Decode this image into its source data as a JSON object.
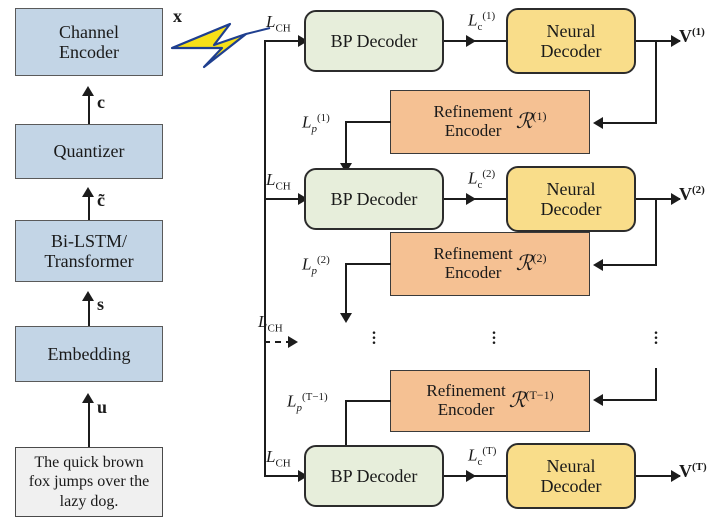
{
  "diagram": {
    "title": "Neural text semantic communication with iterative BP and refinement decoding",
    "colors": {
      "encoder_blue": "#c3d5e6",
      "bp_green": "#e7eedb",
      "neural_yellow": "#f9dd8a",
      "refine_orange": "#f5c193",
      "text_gray": "#f0f0f0",
      "bolt_yellow": "#f7e019",
      "bolt_outline": "#1f3f8f",
      "line": "#1c1c1c"
    }
  },
  "transmitter": {
    "source_text": "The quick brown fox jumps over the lazy dog.",
    "blocks": [
      {
        "label": "Channel Encoder",
        "line1": "Channel",
        "line2": "Encoder"
      },
      {
        "label": "Quantizer",
        "line1": "Quantizer",
        "line2": ""
      },
      {
        "label": "Bi-LSTM/Transformer",
        "line1": "Bi-LSTM/",
        "line2": "Transformer"
      },
      {
        "label": "Embedding",
        "line1": "Embedding",
        "line2": ""
      }
    ],
    "signals": {
      "u": "u",
      "s": "s",
      "c_tilde": "c̃",
      "c": "c",
      "x": "x"
    }
  },
  "channel": {
    "icon": "lightning-bolt-icon",
    "label": "L",
    "label_sub": "CH"
  },
  "receiver": {
    "bp_decoder_label": "BP Decoder",
    "neural_decoder_line1": "Neural",
    "neural_decoder_line2": "Decoder",
    "refine_line1": "Refinement",
    "refine_line2": "Encoder",
    "refine_symbol": "ℛ",
    "iterations": [
      {
        "index": "(1)",
        "channel_llr": "L",
        "channel_llr_sub": "CH",
        "code_llr": "L",
        "code_llr_sub": "c",
        "code_llr_sup": "(1)",
        "prior_llr": "L",
        "prior_llr_sub": "p",
        "prior_llr_sup": "(1)",
        "output": "V",
        "output_sup": "(1)",
        "refine_sup": "(1)"
      },
      {
        "index": "(2)",
        "channel_llr": "L",
        "channel_llr_sub": "CH",
        "code_llr": "L",
        "code_llr_sub": "c",
        "code_llr_sup": "(2)",
        "prior_llr": "L",
        "prior_llr_sub": "p",
        "prior_llr_sup": "(2)",
        "output": "V",
        "output_sup": "(2)",
        "refine_sup": "(2)"
      },
      {
        "index": "(T)",
        "channel_llr": "L",
        "channel_llr_sub": "CH",
        "code_llr": "L",
        "code_llr_sub": "c",
        "code_llr_sup": "(T)",
        "prior_llr": "L",
        "prior_llr_sub": "p",
        "prior_llr_sup": "(T−1)",
        "output": "V",
        "output_sup": "(T)",
        "refine_sup": "(T−1)"
      }
    ],
    "ellipsis_channel_llr": "L",
    "ellipsis_channel_llr_sub": "CH",
    "vertical_dots": "⋮"
  }
}
